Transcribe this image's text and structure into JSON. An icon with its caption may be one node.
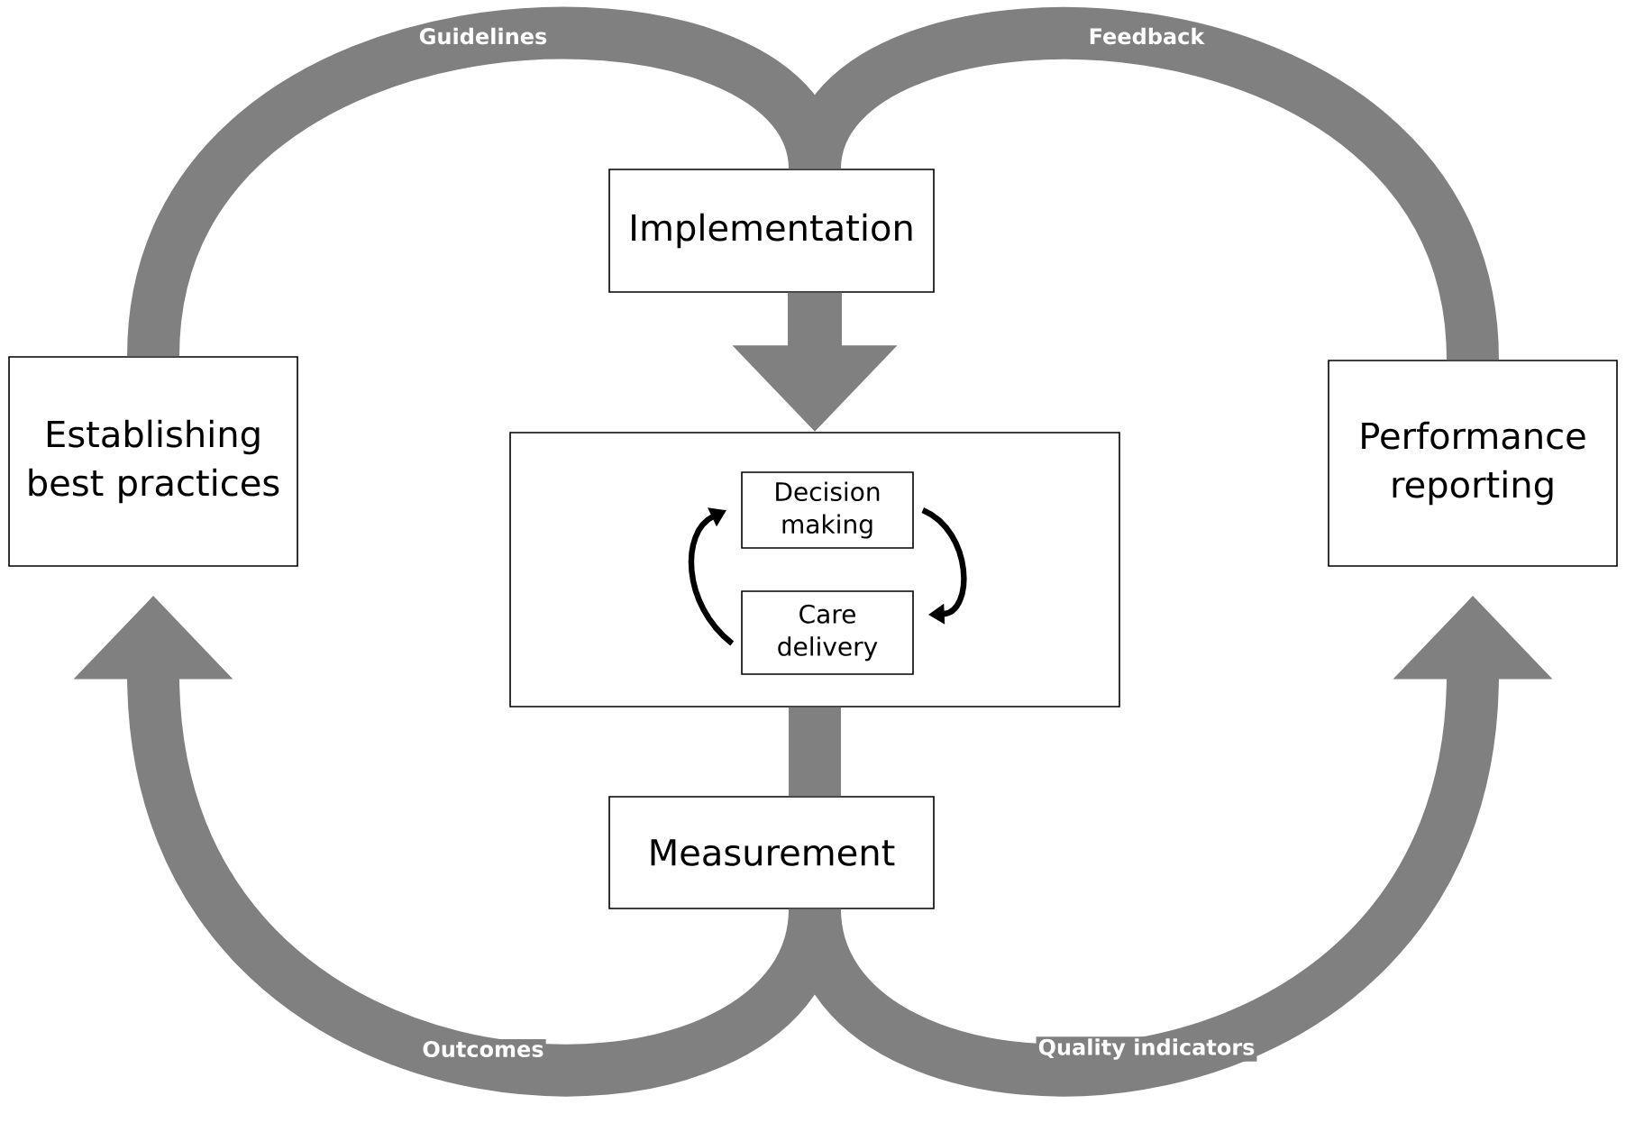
{
  "diagram": {
    "nodes": [
      {
        "text": [
          "Establishing best practices"
        ]
      },
      {
        "text": [
          "Implementation"
        ]
      },
      {
        "text": [
          "Performance reporting"
        ]
      },
      {
        "text": [],
        "shape": "box"
      },
      {
        "text": [
          "Decision making"
        ],
        "in": 3
      },
      {
        "text": [
          "Care delivery"
        ],
        "in": 3
      },
      {
        "text": [
          "Measurement"
        ]
      }
    ],
    "edges": [
      {
        "from": 0,
        "to": 1,
        "arrow": "none",
        "label": "Guidelines"
      },
      {
        "from": 2,
        "to": 1,
        "arrow": "none",
        "label": "Feedback"
      },
      {
        "from": 1,
        "to": 3,
        "arrow": "to"
      },
      {
        "from": 3,
        "to": 6,
        "arrow": "none"
      },
      {
        "from": 6,
        "to": 0,
        "arrow": "to",
        "label": "Outcomes"
      },
      {
        "from": 6,
        "to": 2,
        "arrow": "to",
        "label": "Quality indicators"
      },
      {
        "from": 4,
        "to": 5,
        "arrow": "to",
        "color": "#000000"
      },
      {
        "from": 5,
        "to": 4,
        "arrow": "to",
        "color": "#000000"
      }
    ]
  }
}
